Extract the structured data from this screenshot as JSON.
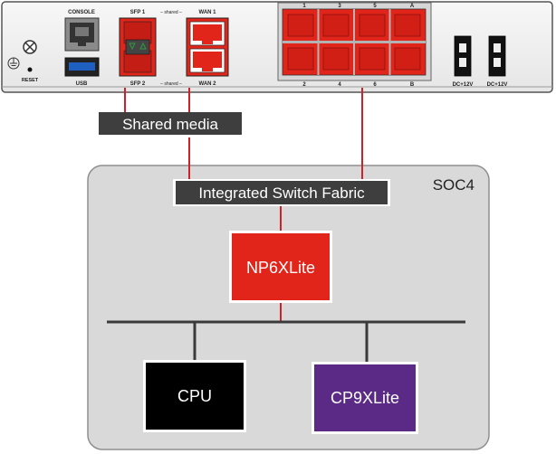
{
  "panel": {
    "console_label": "CONSOLE",
    "usb_label": "USB",
    "reset_label": "RESET",
    "sfp1_label": "SFP 1",
    "sfp2_label": "SFP 2",
    "shared_top_label": "– shared –",
    "shared_bottom_label": "– shared –",
    "wan1_label": "WAN 1",
    "wan2_label": "WAN 2",
    "port_top_labels": [
      "1",
      "3",
      "5",
      "A"
    ],
    "port_bottom_labels": [
      "2",
      "4",
      "6",
      "B"
    ],
    "dc1_label": "DC+12V",
    "dc2_label": "DC+12V"
  },
  "diagram": {
    "shared_media_label": "Shared media",
    "soc_label": "SOC4",
    "switch_fabric_label": "Integrated Switch Fabric",
    "np_label": "NP6XLite",
    "cpu_label": "CPU",
    "cp_label": "CP9XLite"
  },
  "colors": {
    "accent_red": "#e1251b",
    "link_red": "#d0202a",
    "cp_purple": "#5b2a86",
    "soc_gray": "#d9d9d9",
    "label_dark": "#3e3e3e"
  }
}
